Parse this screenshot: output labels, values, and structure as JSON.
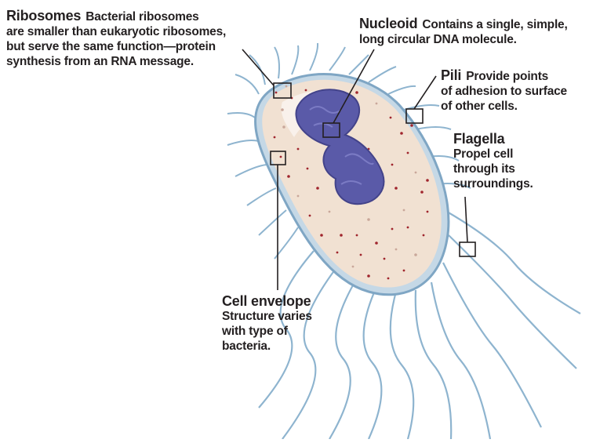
{
  "labels": {
    "ribosomes": {
      "term": "Ribosomes",
      "lines": [
        "Bacterial ribosomes",
        "are smaller than eukaryotic ribosomes,",
        "but serve the same function—protein",
        "synthesis from an RNA message."
      ]
    },
    "nucleoid": {
      "term": "Nucleoid",
      "lines": [
        "Contains a single, simple,",
        "long circular DNA molecule."
      ]
    },
    "pili": {
      "term": "Pili",
      "lines": [
        "Provide points",
        "of adhesion to surface",
        "of other cells."
      ]
    },
    "flagella": {
      "term": "Flagella",
      "lines": [
        "Propel cell",
        "through its",
        "surroundings."
      ]
    },
    "envelope": {
      "term": "Cell envelope",
      "lines": [
        "Structure varies",
        "with type of",
        "bacteria."
      ]
    }
  },
  "colors": {
    "cytoplasm": "#f1e1d2",
    "envelope": "#b9cfe0",
    "nucleoid": "#5a5aa8",
    "ribosome_dots": "#a0252d",
    "appendage": "#8eb4cf",
    "leader": "#231f20"
  }
}
